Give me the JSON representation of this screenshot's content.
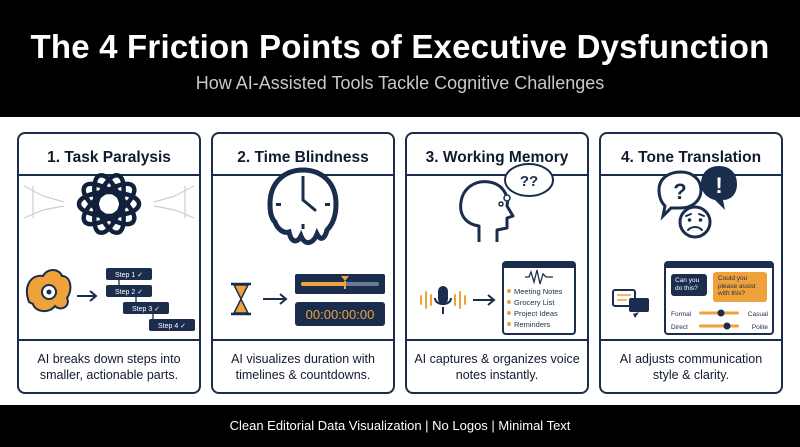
{
  "header": {
    "title": "The 4 Friction Points of Executive Dysfunction",
    "subtitle": "How AI-Assisted Tools Tackle Cognitive Challenges"
  },
  "panels": [
    {
      "title": "1. Task Paralysis",
      "caption": "AI breaks down steps into smaller, actionable parts.",
      "steps": [
        "Step 1 ✓",
        "Step 2 ✓",
        "Step 3 ✓",
        "Step 4 ✓"
      ],
      "icons": [
        "knot-icon",
        "brain-gear-icon",
        "arrow-right-icon"
      ]
    },
    {
      "title": "2. Time Blindness",
      "caption": "AI visualizes duration with timelines & countdowns.",
      "timer": "00:00:00:00",
      "icons": [
        "melting-clock-icon",
        "hourglass-icon",
        "arrow-right-icon",
        "timeline-icon"
      ]
    },
    {
      "title": "3. Working Memory",
      "caption": "AI captures & organizes voice notes instantly.",
      "thought": "??",
      "notes": [
        "Meeting Notes",
        "Grocery List",
        "Project Ideas",
        "Reminders"
      ],
      "icons": [
        "head-thought-icon",
        "microphone-icon",
        "arrow-right-icon",
        "waveform-icon"
      ]
    },
    {
      "title": "4. Tone Translation",
      "caption": "AI adjusts communication style & clarity.",
      "chat_left": "Can you do this?",
      "chat_right": "Could you please assist with this?",
      "sliders": [
        {
          "left": "Formal",
          "right": "Casual",
          "level": 0.55
        },
        {
          "left": "Direct",
          "right": "Polite",
          "level": 0.7
        }
      ],
      "icons": [
        "confused-face-icon",
        "question-bubble-icon",
        "exclamation-bubble-icon",
        "chat-bubbles-icon"
      ]
    }
  ],
  "footer": {
    "text": "Clean Editorial Data Visualization | No Logos | Minimal Text"
  },
  "colors": {
    "navy": "#1b2d4d",
    "orange": "#f0a23a",
    "background": "#ffffff"
  }
}
